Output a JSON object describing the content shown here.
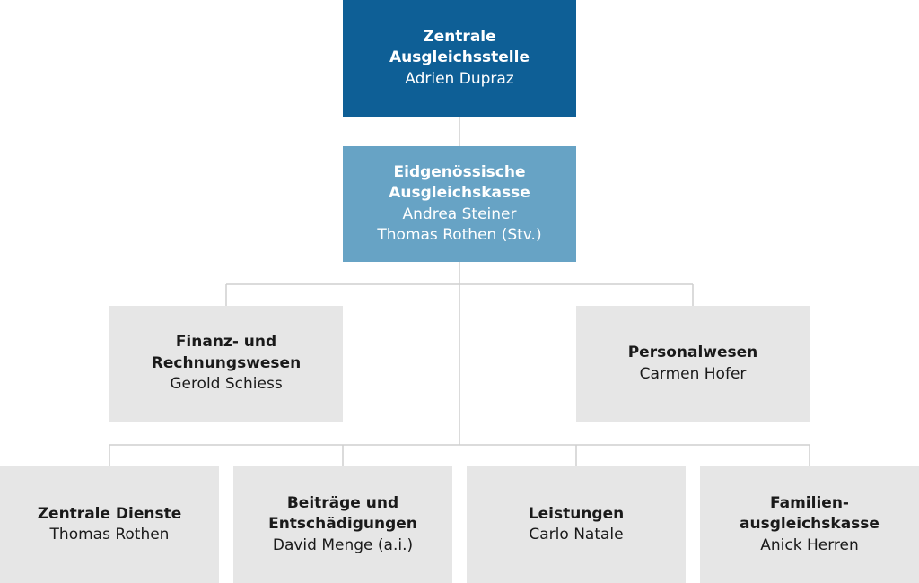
{
  "org": {
    "zas": {
      "title": "Zentrale\nAusgleichsstelle",
      "persons": [
        "Adrien Dupraz"
      ]
    },
    "eak": {
      "title": "Eidgenössische\nAusgleichskasse",
      "persons": [
        "Andrea Steiner",
        "Thomas Rothen (Stv.)"
      ]
    },
    "finanz": {
      "title": "Finanz- und\nRechnungswesen",
      "persons": [
        "Gerold Schiess"
      ]
    },
    "personal": {
      "title": "Personalwesen",
      "persons": [
        "Carmen Hofer"
      ]
    },
    "zentrale_dienste": {
      "title": "Zentrale Dienste",
      "persons": [
        "Thomas Rothen"
      ]
    },
    "beitraege": {
      "title": "Beiträge und\nEntschädigungen",
      "persons": [
        "David Menge (a.i.)"
      ]
    },
    "leistungen": {
      "title": "Leistungen",
      "persons": [
        "Carlo Natale"
      ]
    },
    "familien": {
      "title": "Familien-\nausgleichskasse",
      "persons": [
        "Anick Herren"
      ]
    }
  },
  "colors": {
    "top_box": "#0e5f96",
    "second_box": "#67a3c5",
    "unit_box": "#e6e6e6",
    "connector": "#cfcfcf"
  }
}
